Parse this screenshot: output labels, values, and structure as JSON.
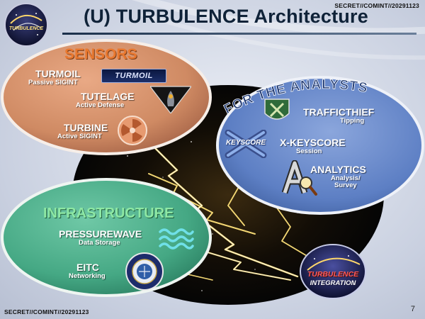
{
  "classification_top": "SECRET//COMINT//20291123",
  "classification_bottom": "SECRET//COMINT//20291123",
  "title": "(U) TURBULENCE  Architecture",
  "page_number": "7",
  "logo_text": "TURBULENCE",
  "sensors": {
    "heading": "SENSORS",
    "items": [
      {
        "name": "TURMOIL",
        "desc": "Passive SIGINT",
        "badge_text": "TURMOIL"
      },
      {
        "name": "TUTELAGE",
        "desc": "Active Defense"
      },
      {
        "name": "TURBINE",
        "desc": "Active SIGINT"
      }
    ]
  },
  "analysts": {
    "heading": "FOR THE ANALYSTS",
    "items": [
      {
        "name": "TRAFFICTHIEF",
        "desc": "Tipping"
      },
      {
        "name": "X-KEYSCORE",
        "desc": "Session",
        "badge_text": "KEYSCORE"
      },
      {
        "name": "ANALYTICS",
        "desc": "Analysis/",
        "desc2": "Survey"
      }
    ]
  },
  "infrastructure": {
    "heading": "INFRASTRUCTURE",
    "items": [
      {
        "name": "PRESSUREWAVE",
        "desc": "Data Storage"
      },
      {
        "name": "EITC",
        "desc": "Networking"
      }
    ]
  },
  "integration": {
    "line1": "TURBULENCE",
    "line2": "INTEGRATION"
  },
  "colors": {
    "sensors": "#cf8a63",
    "analysts": "#5d7fc4",
    "infrastructure": "#45a884",
    "title": "#0f2238"
  }
}
